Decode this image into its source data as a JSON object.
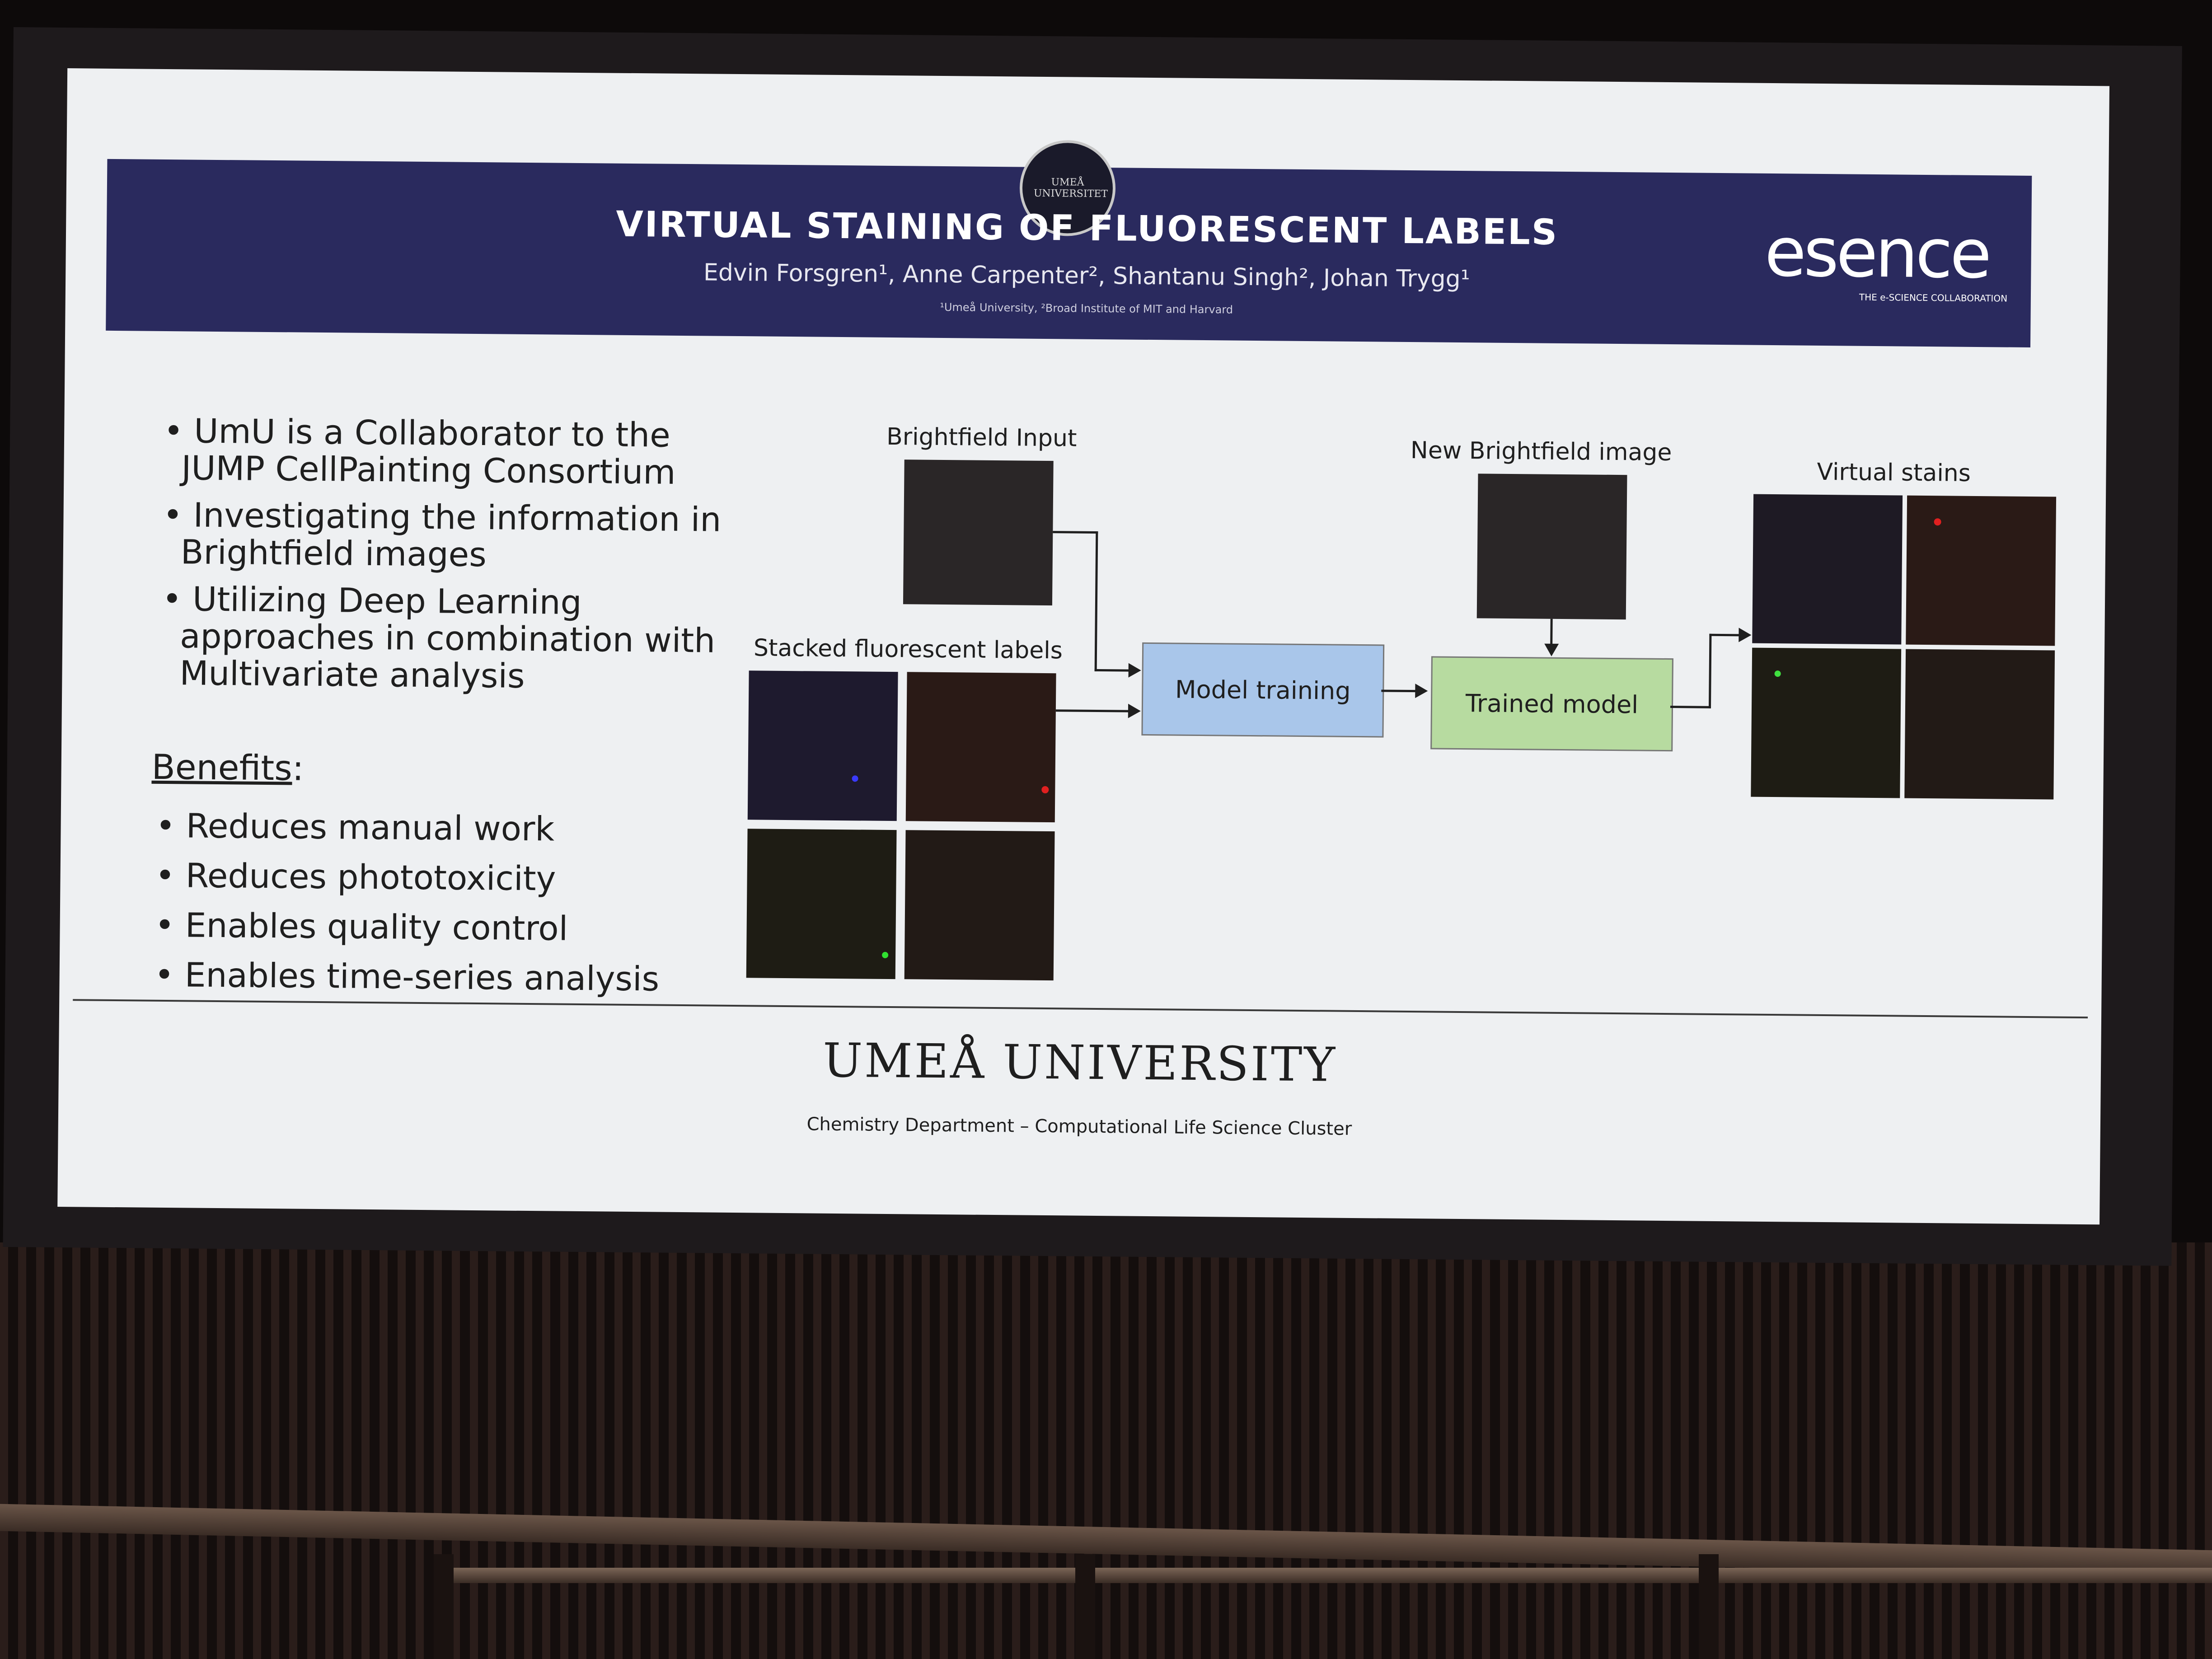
{
  "slide": {
    "title": "VIRTUAL STAINING OF FLUORESCENT LABELS",
    "authors": "Edvin Forsgren¹, Anne Carpenter², Shantanu Singh², Johan Trygg¹",
    "affiliations": "¹Umeå University, ²Broad Institute of MIT and Harvard",
    "seal_text": "UMEÅ UNIVERSITET",
    "logo_text": "esence",
    "logo_subtitle": "THE e-SCIENCE COLLABORATION",
    "bullets": [
      "UmU is a Collaborator to the JUMP CellPainting Consortium",
      "Investigating the information in Brightfield images",
      "Utilizing Deep Learning approaches in combination with Multivariate analysis"
    ],
    "benefits_heading": "Benefits",
    "benefits_colon": ":",
    "benefits": [
      "Reduces manual work",
      "Reduces phototoxicity",
      "Enables quality control",
      "Enables time-series analysis"
    ],
    "diagram": {
      "brightfield_input": "Brightfield Input",
      "stacked_labels": "Stacked fluorescent labels",
      "model_training": "Model training",
      "new_brightfield": "New Brightfield image",
      "trained_model": "Trained model",
      "virtual_stains": "Virtual stains"
    },
    "footer_university": "UMEÅ UNIVERSITY",
    "footer_department": "Chemistry Department – Computational Life Science Cluster"
  },
  "colors": {
    "banner": "#2a2a5e",
    "model_training_box": "#a9c6ea",
    "trained_model_box": "#b7dba0",
    "slide_bg": "#eef0f2"
  }
}
